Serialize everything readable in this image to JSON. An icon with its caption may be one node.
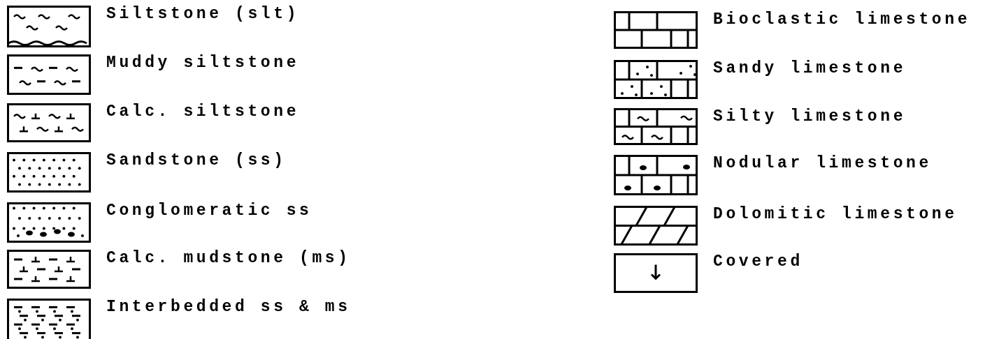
{
  "diagram": {
    "legend": [
      {
        "text": "Siltstone (slt)"
      },
      {
        "text": "Muddy siltstone"
      },
      {
        "text": "Calc. siltstone"
      },
      {
        "text": "Sandstone (ss)"
      },
      {
        "text": "Conglomeratic ss"
      },
      {
        "text": "Calc. mudstone (ms)"
      },
      {
        "text": "Interbedded ss & ms"
      },
      {
        "text": "Bioclastic limestone"
      },
      {
        "text": "Sandy limestone"
      },
      {
        "text": "Silty limestone"
      },
      {
        "text": "Nodular limestone"
      },
      {
        "text": "Dolomitic limestone"
      },
      {
        "text": "Covered"
      }
    ]
  }
}
